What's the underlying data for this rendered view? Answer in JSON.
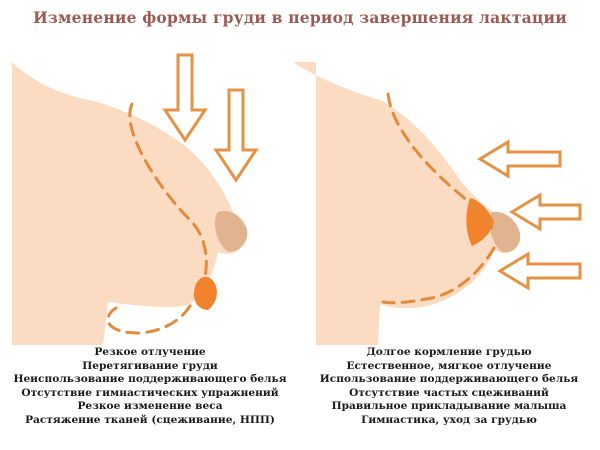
{
  "title": "Изменение формы груди в период завершения лактации",
  "colors": {
    "skin": "#fbdcc2",
    "areola": "#dfb48f",
    "gland": "#f2822c",
    "arrow": "#e59245",
    "outline": "#e48a3c",
    "title": "#9b5a52"
  },
  "left_panel": {
    "causes": [
      "Резкое отлучение",
      "Перетягивание груди",
      "Неиспользование поддерживающего белья",
      "Отсутствие гимнастических упражнений",
      "Резкое изменение веса",
      "Растяжение тканей (сцеживание, НПП)"
    ]
  },
  "right_panel": {
    "causes": [
      "Долгое кормление грудью",
      "Естественное, мягкое отлучение",
      "Использование поддерживающего белья",
      "Отсутствие частых сцеживаний",
      "Правильное прикладывание малыша",
      "Гимнастика, уход за грудью"
    ]
  }
}
